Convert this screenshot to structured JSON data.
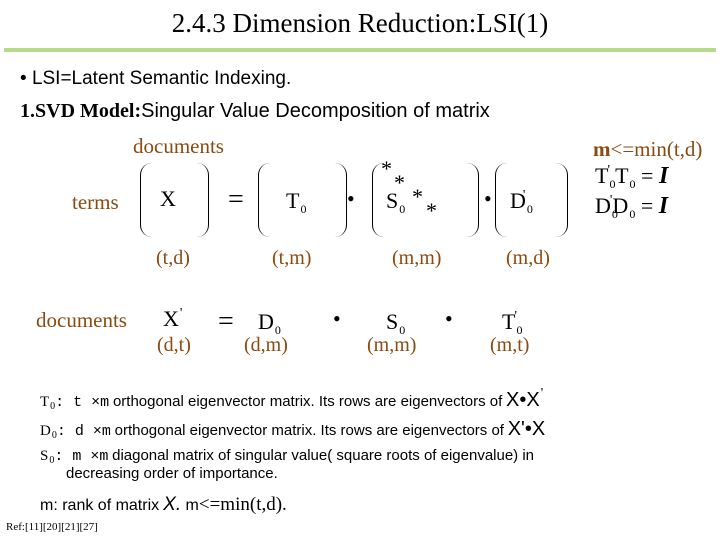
{
  "slide": {
    "title": "2.4.3 Dimension Reduction:LSI(1)",
    "bullet_mark": "•",
    "bullet_text": "LSI=Latent Semantic Indexing.",
    "svd_label": "1.SVD Model:",
    "svd_text": "Singular Value Decomposition of matrix"
  },
  "diagram": {
    "documents_top": "documents",
    "terms": "terms",
    "X": "X",
    "equals": "=",
    "T0": "T",
    "zero": "0",
    "dot": "•",
    "S0": "S",
    "D0": "D",
    "prime": "'",
    "star": "*",
    "dims_row1": [
      "(t,d)",
      "(t,m)",
      "(m,m)",
      "(m,d)"
    ],
    "documents_bottom": "documents",
    "Xprime": "X",
    "dims_row2": [
      "(d,t)",
      "(d,m)",
      "(m,m)",
      "(m,t)"
    ]
  },
  "constraints": {
    "m_def_m": "m",
    "m_def_rest": "<=min(t,d)",
    "eq_identity": "= ",
    "I": "I"
  },
  "definitions": {
    "t0_sym": "T",
    "t0_dims": ": t ×m",
    "t0_text": "orthogonal eigenvector matrix. Its rows are eigenvectors of",
    "t0_tail": "X•X",
    "d0_sym": "D",
    "d0_dims": ": d ×m",
    "d0_text": "orthogonal eigenvector matrix. Its rows are eigenvectors of",
    "d0_tail": "X'•X",
    "s0_sym": "S",
    "s0_dims": ": m ×m",
    "s0_text_1": "diagonal matrix of singular value( square roots of eigenvalue) in",
    "s0_text_2": "decreasing order of importance.",
    "rank_text": "m: rank of matrix",
    "rank_x": "X.",
    "rank_m": " m",
    "rank_min": "<=min(t,d)."
  },
  "reference": "Ref:[11][20][21][27]"
}
